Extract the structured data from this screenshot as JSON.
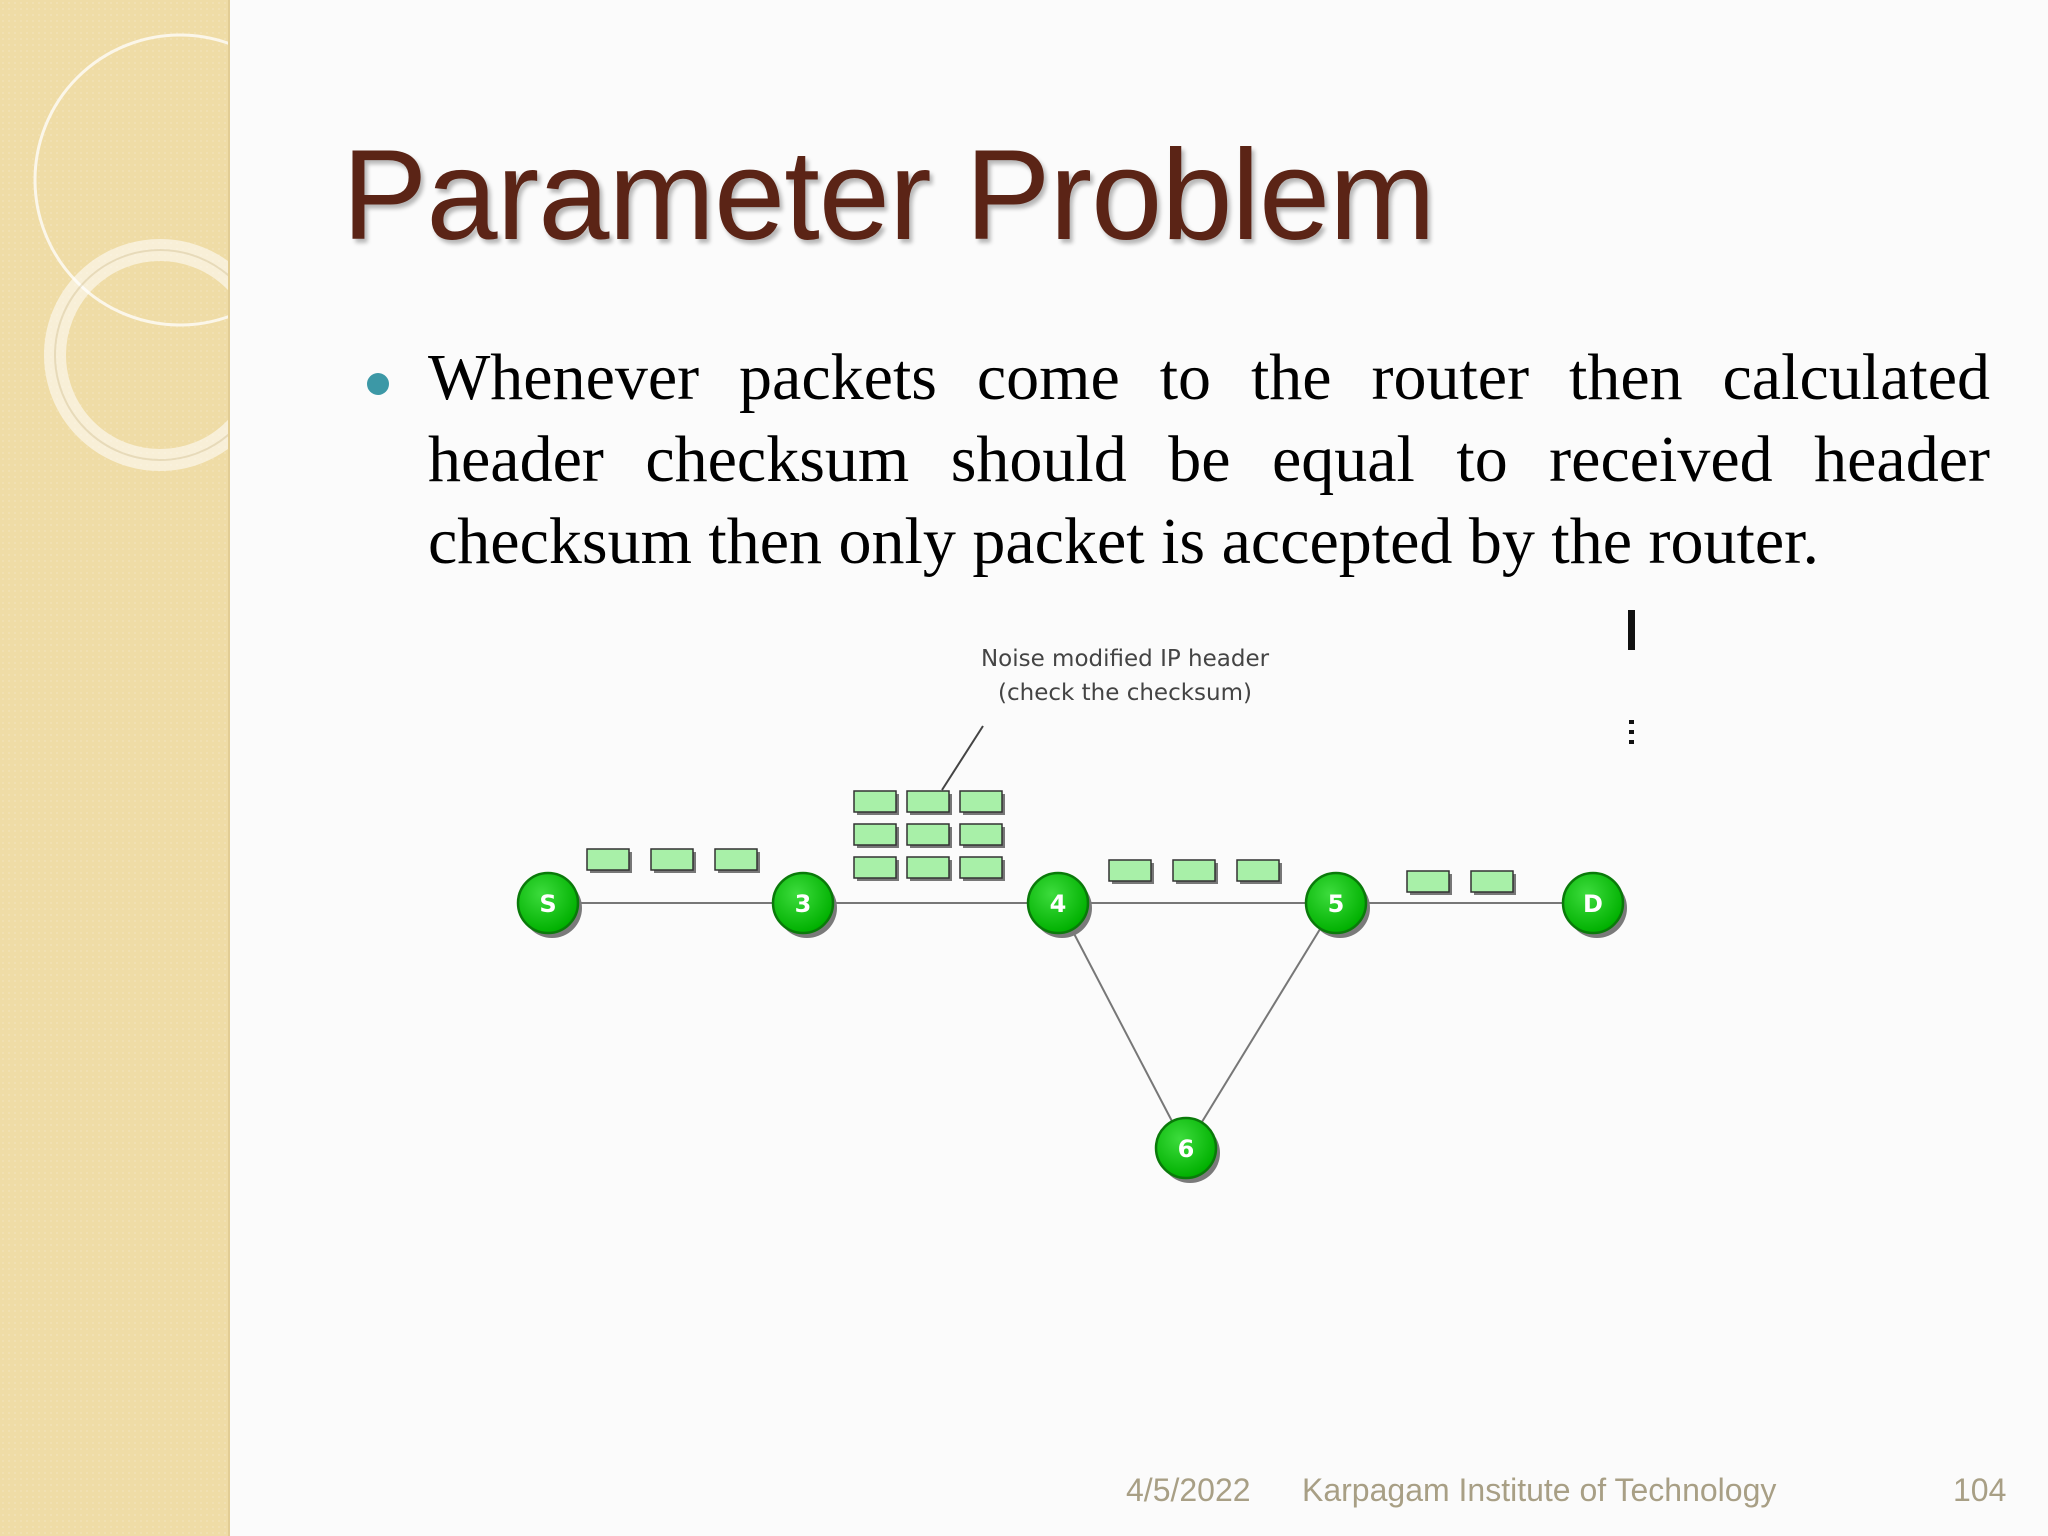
{
  "slide": {
    "title": "Parameter Problem",
    "bullet": "Whenever packets come to the router then calculated header checksum should be equal to received header checksum then only packet is accepted by the router."
  },
  "diagram": {
    "annotation_line1": "Noise modified IP header",
    "annotation_line2": "(check the checksum)",
    "nodes": [
      {
        "id": "S",
        "label": "S"
      },
      {
        "id": "3",
        "label": "3"
      },
      {
        "id": "4",
        "label": "4"
      },
      {
        "id": "5",
        "label": "5"
      },
      {
        "id": "D",
        "label": "D"
      },
      {
        "id": "6",
        "label": "6"
      }
    ],
    "links": [
      [
        "S",
        "3"
      ],
      [
        "3",
        "4"
      ],
      [
        "4",
        "5"
      ],
      [
        "5",
        "D"
      ],
      [
        "4",
        "6"
      ],
      [
        "6",
        "5"
      ]
    ],
    "packets_per_link": {
      "S-3": 3,
      "3-4": 9,
      "4-5": 3,
      "5-D": 2
    },
    "node_color": "#00c400",
    "packet_color": "#a8f0a8"
  },
  "footer": {
    "date": "4/5/2022",
    "org": "Karpagam Institute of Technology",
    "page": "104"
  },
  "colors": {
    "title": "#5b2416",
    "bullet_dot": "#3c98a6",
    "side_band": "#efdca6"
  }
}
